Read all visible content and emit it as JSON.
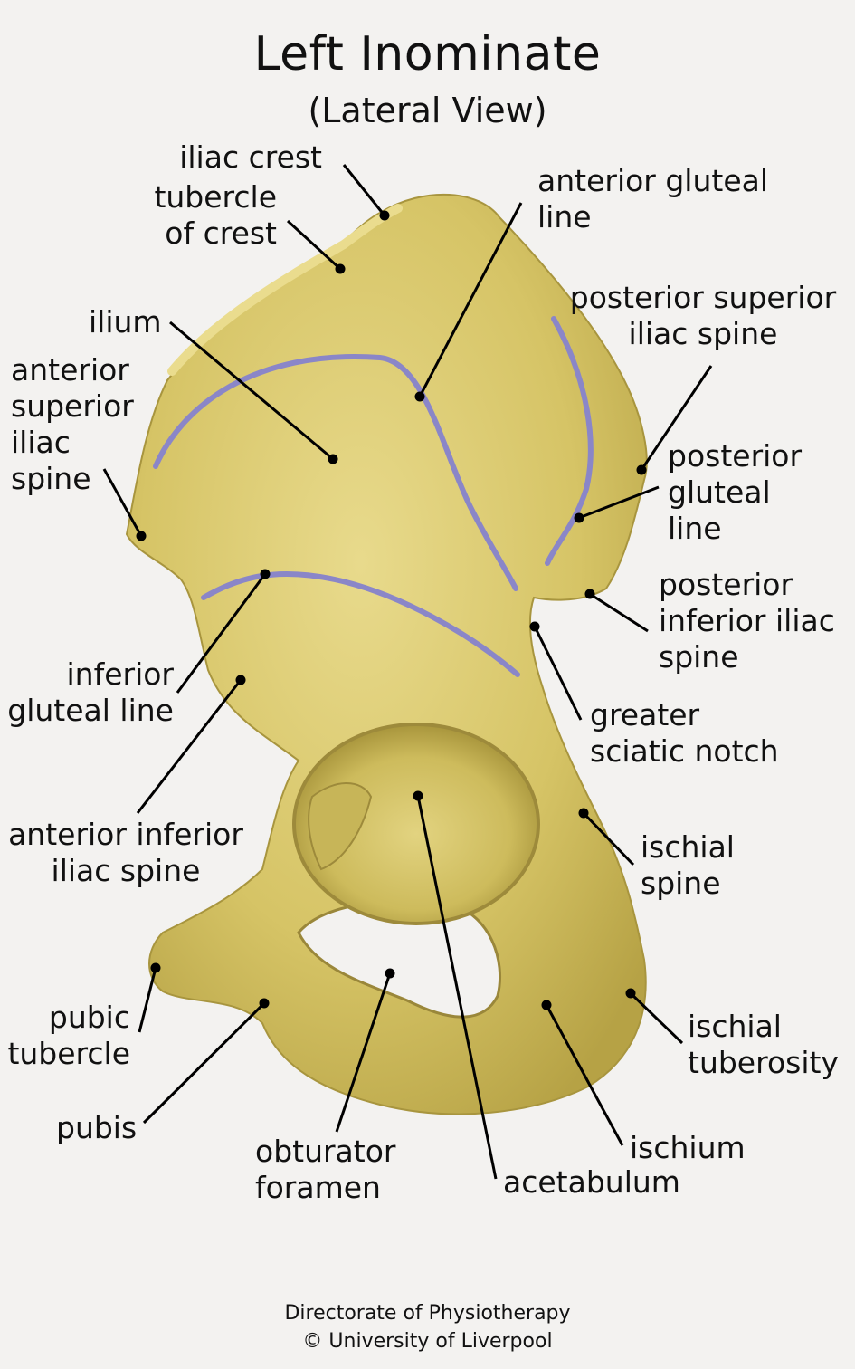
{
  "title": "Left Inominate",
  "subtitle": "(Lateral View)",
  "labels": {
    "iliac_crest": "iliac crest",
    "tubercle_of_crest": "tubercle\nof crest",
    "anterior_gluteal_line": "anterior gluteal\nline",
    "posterior_superior_iliac_spine": "posterior superior\niliac spine",
    "ilium": "ilium",
    "anterior_superior_iliac_spine": "anterior\nsuperior\niliac\nspine",
    "posterior_gluteal_line": "posterior\ngluteal\nline",
    "posterior_inferior_iliac_spine": "posterior\ninferior iliac\nspine",
    "inferior_gluteal_line": "inferior\ngluteal line",
    "greater_sciatic_notch": "greater\nsciatic notch",
    "anterior_inferior_iliac_spine": "anterior inferior\niliac spine",
    "ischial_spine": "ischial\nspine",
    "pubic_tubercle": "pubic\ntubercle",
    "ischial_tuberosity": "ischial\ntuberosity",
    "pubis": "pubis",
    "obturator_foramen": "obturator\nforamen",
    "ischium": "ischium",
    "acetabulum": "acetabulum"
  },
  "credit": {
    "line1": "Directorate of Physiotherapy",
    "line2": "© University of Liverpool"
  },
  "colors": {
    "bone": "#d8c76a",
    "bone_shadow": "#b9a64a",
    "bone_highlight": "#e6d886",
    "gluteal_line": "#8a86c8",
    "leader": "#000000",
    "background": "#f3f2f0"
  }
}
